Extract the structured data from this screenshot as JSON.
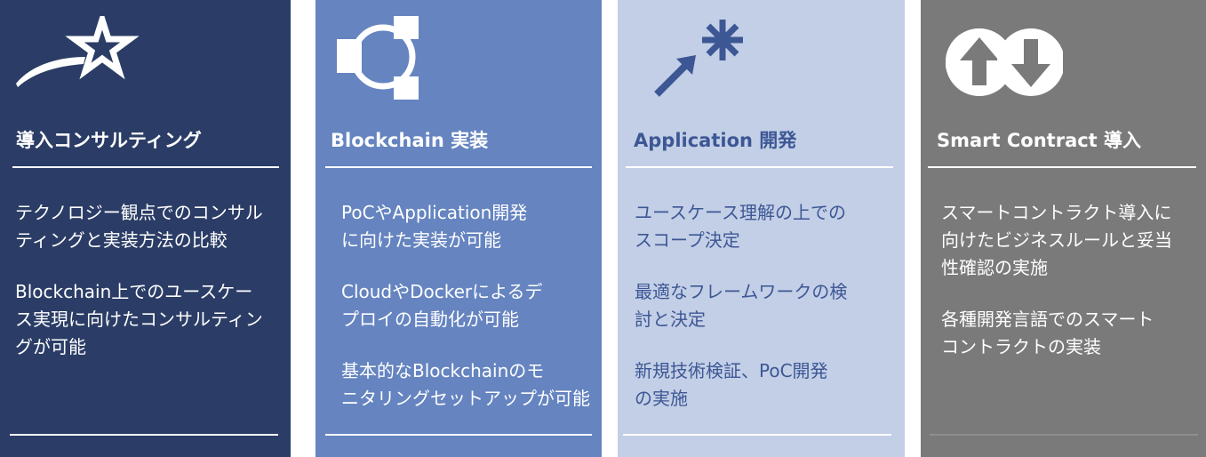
{
  "cards": [
    {
      "title": "導入コンサルティング",
      "icon": "shooting-star-icon",
      "color": "#2b3d66",
      "items": [
        [
          "テクノロジー観点でのコンサル",
          "ティングと実装方法の比較"
        ],
        [
          "Blockchain上でのユースケー",
          "ス実現に向けたコンサルティン",
          "グが可能"
        ]
      ]
    },
    {
      "title": "Blockchain 実装",
      "icon": "network-nodes-icon",
      "color": "#6584c0",
      "items": [
        [
          "PoCやApplication開発",
          "に向けた実装が可能"
        ],
        [
          "CloudやDockerによるデ",
          "プロイの自動化が可能"
        ],
        [
          "基本的なBlockchainのモ",
          "ニタリングセットアップが可能"
        ]
      ]
    },
    {
      "title": "Application 開発",
      "icon": "arrow-spark-icon",
      "color": "#c3cfe6",
      "items": [
        [
          "ユースケース理解の上での",
          "スコープ決定"
        ],
        [
          "最適なフレームワークの検",
          "討と決定"
        ],
        [
          "新規技術検証、PoC開発",
          "の実施"
        ]
      ]
    },
    {
      "title": "Smart Contract 導入",
      "icon": "exchange-arrows-icon",
      "color": "#7a7a7a",
      "items": [
        [
          "スマートコントラクト導入に",
          "向けたビジネスルールと妥当",
          "性確認の実施"
        ],
        [
          "各種開発言語でのスマート",
          "コントラクトの実装"
        ]
      ]
    }
  ]
}
